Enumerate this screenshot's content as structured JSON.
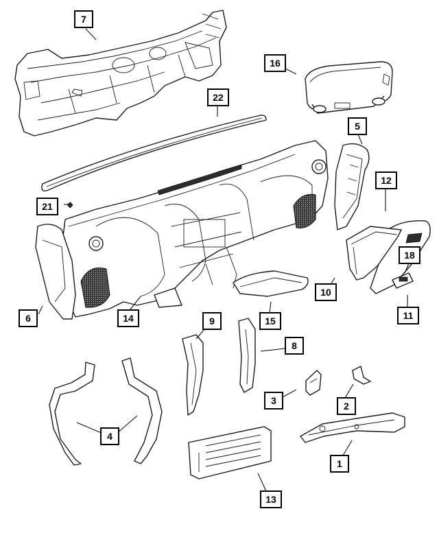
{
  "callouts": [
    {
      "label": "1"
    },
    {
      "label": "2"
    },
    {
      "label": "3"
    },
    {
      "label": "4"
    },
    {
      "label": "5"
    },
    {
      "label": "6"
    },
    {
      "label": "7"
    },
    {
      "label": "8"
    },
    {
      "label": "9"
    },
    {
      "label": "10"
    },
    {
      "label": "11"
    },
    {
      "label": "12"
    },
    {
      "label": "13"
    },
    {
      "label": "14"
    },
    {
      "label": "15"
    },
    {
      "label": "16"
    },
    {
      "label": "18"
    },
    {
      "label": "21"
    },
    {
      "label": "22"
    }
  ]
}
